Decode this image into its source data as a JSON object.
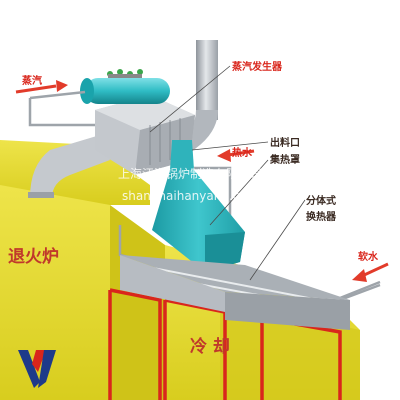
{
  "colors": {
    "wall_yellow": "#e6dc2a",
    "wall_yellow_dark": "#c9bd12",
    "water_blue": "#2fbcc4",
    "pipe_gray": "#b8bcc2",
    "frame_red": "#d9261c",
    "label_red": "#d9261c",
    "arrow_red": "#e23b2a"
  },
  "icons": {
    "steam_arrow": "arrow-right-icon",
    "hot_water_arrow": "arrow-left-icon",
    "soft_water_arrow": "arrow-down-left-icon",
    "logo": "company-logo-icon"
  },
  "labels": {
    "steam": "蒸汽",
    "steam_generator": "蒸汽发生器",
    "hot_water": "热水",
    "outlet": "出料口",
    "heat_hood": "集热罩",
    "split_exchanger_line1": "分体式",
    "split_exchanger_line2": "换热器",
    "soft_water": "软水",
    "annealing_furnace": "退火炉",
    "cooling_partial": "冷 却"
  },
  "watermark": {
    "company": "上海汗洋锅炉制造有限公司",
    "website": "shanghaihanyang.cn.china.cn"
  }
}
